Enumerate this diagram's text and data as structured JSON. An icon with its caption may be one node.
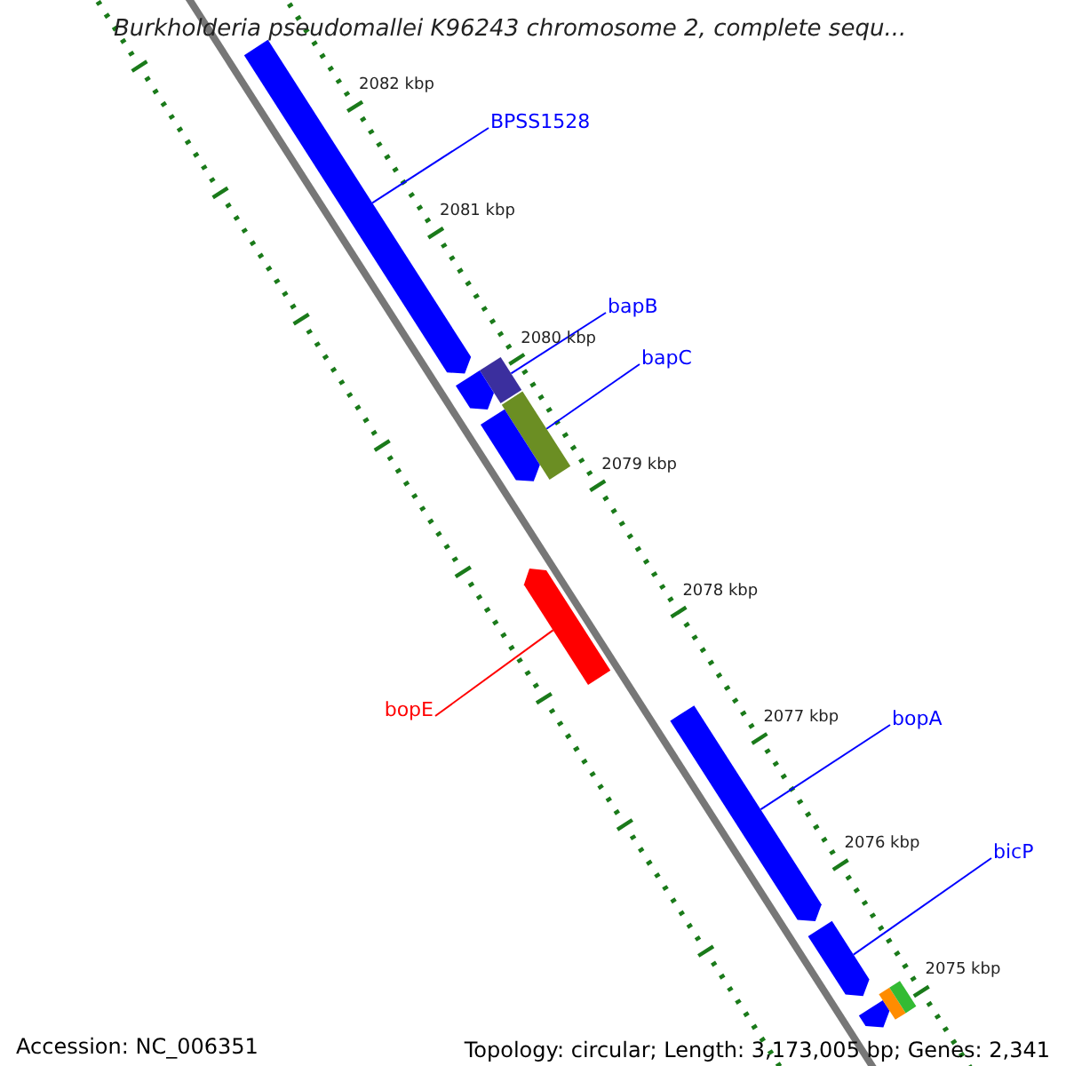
{
  "diagram": {
    "title": "Burkholderia pseudomallei K96243 chromosome 2, complete sequ...",
    "nodes": [
      {
        "text": [
          "BPSS1528"
        ]
      },
      {
        "text": [],
        "shape": "arrow"
      },
      {
        "text": [
          "bapB"
        ]
      },
      {
        "text": [],
        "shape": "arrow"
      },
      {
        "text": [],
        "shape": "arrow"
      },
      {
        "text": [
          "bapC"
        ]
      },
      {
        "text": [],
        "shape": "arrow"
      },
      {
        "text": [],
        "shape": "arrow"
      },
      {
        "text": [],
        "shape": "arrow"
      },
      {
        "text": [
          "bopE"
        ]
      },
      {
        "text": [],
        "shape": "arrow"
      },
      {
        "text": [
          "bopA"
        ]
      },
      {
        "text": [
          "bicP"
        ]
      },
      {
        "text": [],
        "shape": "arrow"
      },
      {
        "text": [],
        "shape": "arrow"
      },
      {
        "text": [],
        "shape": "arrow"
      },
      {
        "text": [],
        "shape": "arrow"
      }
    ],
    "edges": [
      {
        "from": 0,
        "to": 1,
        "arrow": "none"
      },
      {
        "from": 2,
        "to": 3,
        "arrow": "none"
      },
      {
        "from": 5,
        "to": 6,
        "arrow": "none"
      },
      {
        "from": 9,
        "to": 8,
        "arrow": "none",
        "color": "#ff0000"
      },
      {
        "from": 11,
        "to": 10,
        "arrow": "none"
      },
      {
        "from": 12,
        "to": 13,
        "arrow": "none"
      }
    ],
    "labels": [
      "2082 kbp",
      "2081 kbp",
      "2080 kbp",
      "2079 kbp",
      "2078 kbp",
      "2077 kbp",
      "2076 kbp",
      "2075 kbp",
      "Accession: NC_006351",
      "Topology: circular; Length: 3,173,005 bp; Genes: 2,341"
    ]
  }
}
